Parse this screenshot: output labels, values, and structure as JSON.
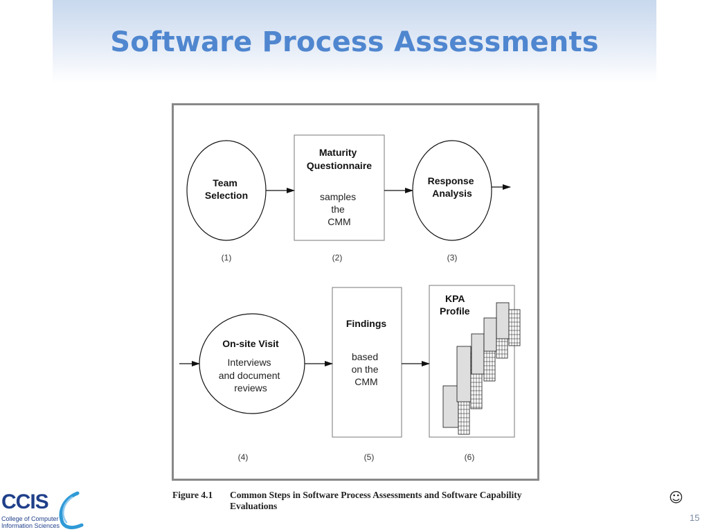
{
  "slide": {
    "title": "Software Process Assessments",
    "page_number": "15",
    "smiley": "☺"
  },
  "diagram": {
    "steps": [
      {
        "title": "Team\nSelection",
        "body": "",
        "number": "(1)",
        "shape": "ellipse"
      },
      {
        "title": "Maturity\nQuestionnaire",
        "body": "samples\nthe\nCMM",
        "number": "(2)",
        "shape": "rectangle"
      },
      {
        "title": "Response\nAnalysis",
        "body": "",
        "number": "(3)",
        "shape": "ellipse"
      },
      {
        "title": "On-site Visit",
        "body": "Interviews\nand document\nreviews",
        "number": "(4)",
        "shape": "ellipse"
      },
      {
        "title": "Findings",
        "body": "based\non the\nCMM",
        "number": "(5)",
        "shape": "rectangle"
      },
      {
        "title": "KPA\nProfile",
        "body": "",
        "number": "(6)",
        "shape": "rectangle"
      }
    ]
  },
  "caption": {
    "number": "Figure 4.1",
    "text": "Common Steps in Software Process Assessments and Software Capability Evaluations"
  },
  "logo": {
    "name": "CCIS",
    "line1": "College of Computer",
    "line2": "Information Sciences",
    "accent_color": "#2f9ad6"
  }
}
